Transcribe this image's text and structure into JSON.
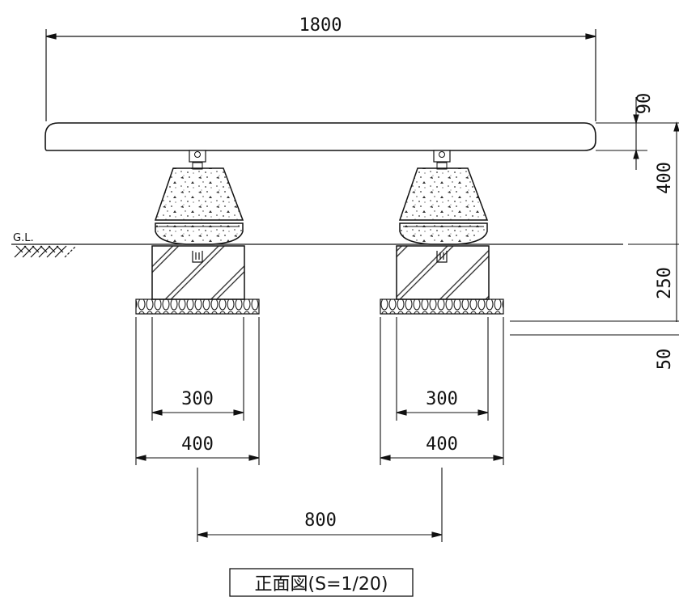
{
  "dimensions": {
    "bench_length": "1800",
    "seat_thickness": "90",
    "seat_height": "400",
    "footing_depth": "250",
    "base_layer": "50",
    "footing_width_left": "300",
    "base_width_left": "400",
    "footing_width_right": "300",
    "base_width_right": "400",
    "support_spacing": "800"
  },
  "labels": {
    "ground_level": "G.L.",
    "title": "正面図(S=1/20)"
  }
}
